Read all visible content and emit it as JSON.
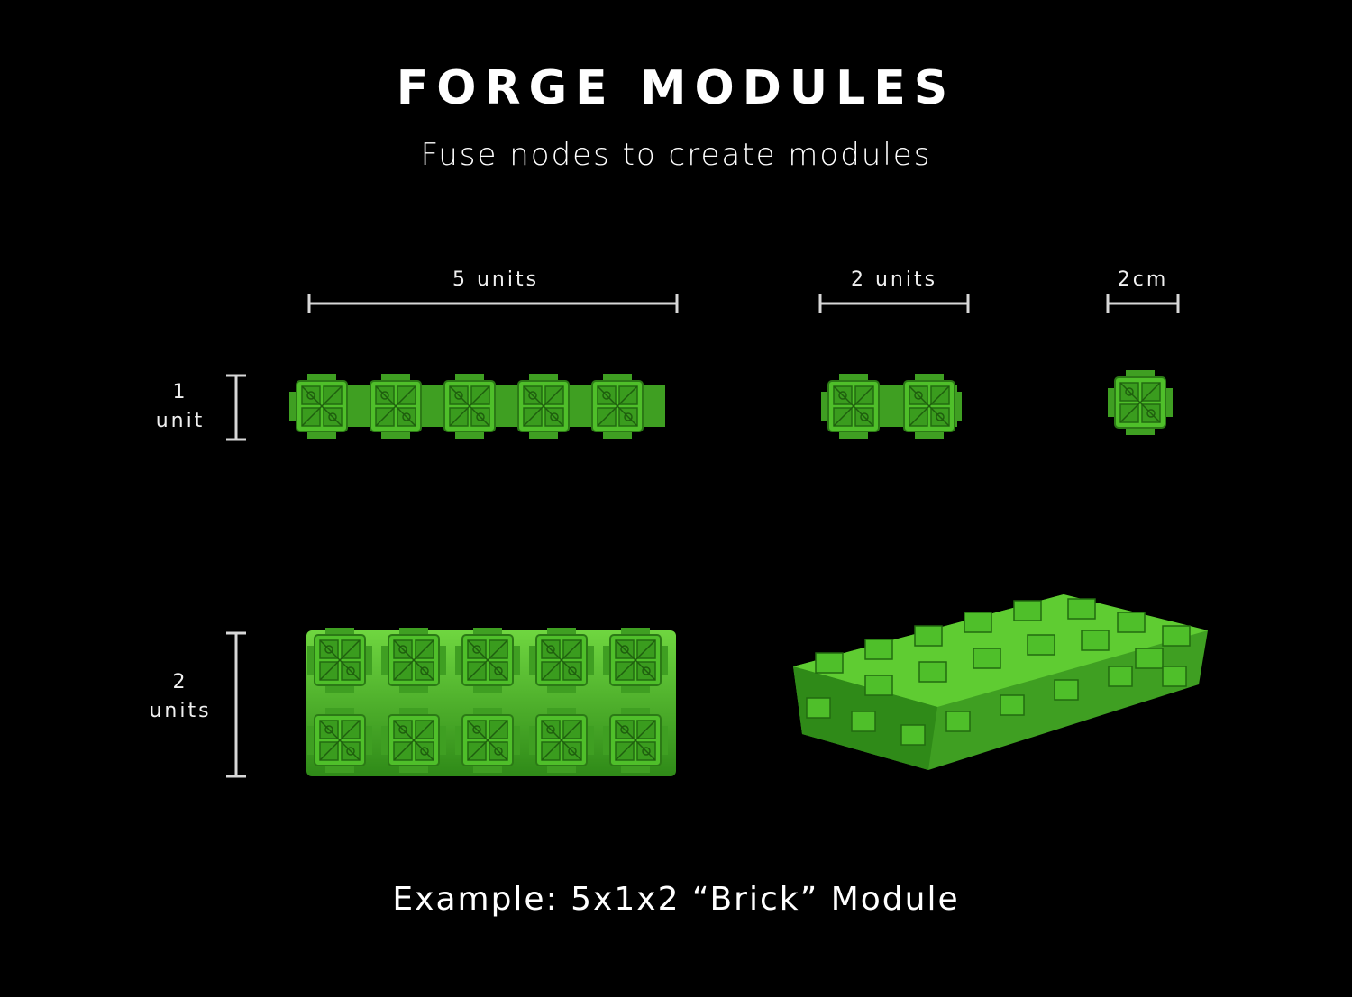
{
  "header": {
    "title": "FORGE MODULES",
    "subtitle": "Fuse nodes to create modules"
  },
  "dimensions": {
    "five_units": "5 units",
    "two_units": "2 units",
    "two_cm": "2cm",
    "one_unit_line1": "1",
    "one_unit_line2": "unit",
    "two_units_line1": "2",
    "two_units_line2": "units"
  },
  "caption": "Example: 5x1x2 “Brick” Module",
  "colors": {
    "background": "#000000",
    "module_green": "#4fbf2a",
    "module_dark": "#2f8a18",
    "dimension_line": "#d8d8d8"
  }
}
